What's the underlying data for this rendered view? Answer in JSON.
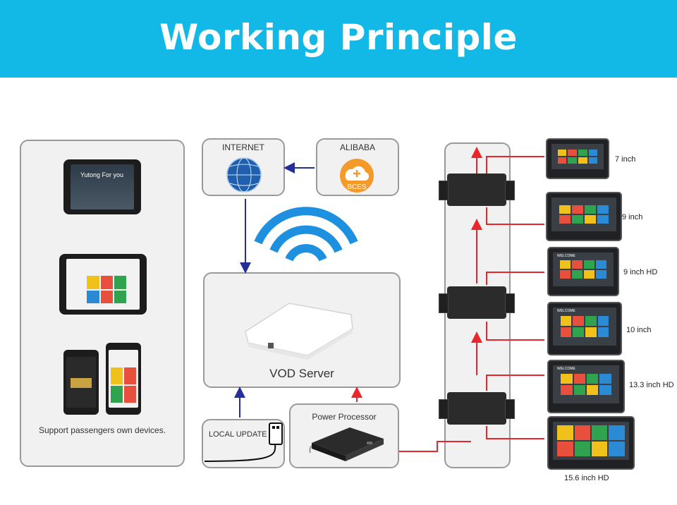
{
  "title": "Working Principle",
  "nodes": {
    "internet": "INTERNET",
    "alibaba": "ALIBABA",
    "bces": "BCES",
    "vod_server": "VOD Server",
    "power_processor": "Power Processor",
    "local_update": "LOCAL UPDATE",
    "passenger_devices": "Support passengers own devices.",
    "tablet_banner_text": "Yutong For you",
    "welcome": "WELCOME"
  },
  "screens": [
    {
      "label": "7 inch"
    },
    {
      "label": "9 inch"
    },
    {
      "label": "9 inch HD"
    },
    {
      "label": "10 inch"
    },
    {
      "label": "13.3 inch HD"
    },
    {
      "label": "15.6 inch HD"
    }
  ],
  "colors": {
    "banner": "#12b9e6",
    "red_link": "#e8262b",
    "blue_link": "#23309a",
    "wifi": "#1e90e0",
    "cloud_orange": "#f39a2b"
  },
  "icons": [
    "globe-icon",
    "cloud-plus-icon",
    "wifi-icon",
    "usb-icon"
  ]
}
